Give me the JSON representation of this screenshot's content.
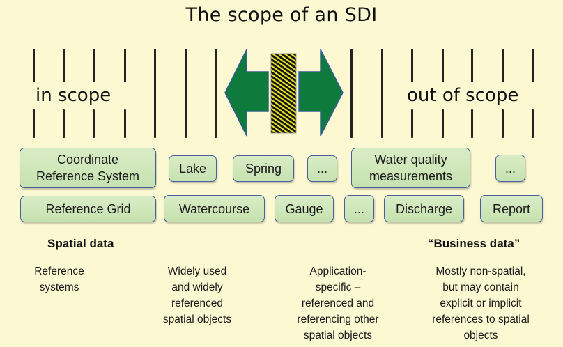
{
  "title": "The scope of an SDI",
  "scope_labels": {
    "in": "in scope",
    "out": "out of scope"
  },
  "colors": {
    "background": "#fcf9d2",
    "arrow_fill": "#0e7a3c",
    "arrow_stroke": "#3d5aa0",
    "box_fill": "#cfe7bb",
    "box_border": "#4a5fa0",
    "boundary_hatch": "#e6e22a"
  },
  "boxes_row1": [
    {
      "label": "Coordinate\nReference System"
    },
    {
      "label": "Lake"
    },
    {
      "label": "Spring"
    },
    {
      "label": "..."
    },
    {
      "label": "Water quality\nmeasurements"
    },
    {
      "label": "..."
    }
  ],
  "boxes_row2": [
    {
      "label": "Reference Grid"
    },
    {
      "label": "Watercourse"
    },
    {
      "label": "Gauge"
    },
    {
      "label": "..."
    },
    {
      "label": "Discharge"
    },
    {
      "label": "Report"
    }
  ],
  "headings": {
    "spatial": "Spatial data",
    "business": "“Business data”"
  },
  "descriptions": [
    "Reference\nsystems",
    "Widely used\nand  widely\nreferenced\nspatial objects",
    "Application-\nspecific –\nreferenced and\nreferencing other\nspatial objects",
    "Mostly non-spatial,\nbut may contain\nexplicit or implicit\nreferences to spatial\nobjects"
  ]
}
